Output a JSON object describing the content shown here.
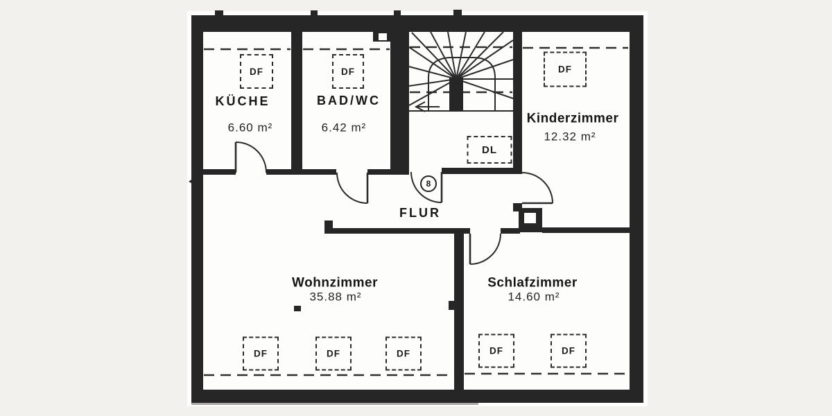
{
  "plan": {
    "rooms": {
      "kueche": {
        "name": "KÜCHE",
        "area": "6.60 m²"
      },
      "bad": {
        "name": "BAD/WC",
        "area": "6.42 m²"
      },
      "kinderzimmer": {
        "name": "Kinderzimmer",
        "area": "12.32 m²"
      },
      "flur": {
        "name": "FLUR"
      },
      "wohnzimmer": {
        "name": "Wohnzimmer",
        "area": "35.88 m²"
      },
      "schlafzimmer": {
        "name": "Schlafzimmer",
        "area": "14.60 m²"
      }
    },
    "labels": {
      "roof_window": "DF",
      "ceiling_hatch": "DL",
      "door_number": "8"
    },
    "colors": {
      "wall": "#262626",
      "line": "#2b2b2b",
      "paper": "#fdfdfc",
      "page": "#f2f1ee"
    }
  }
}
